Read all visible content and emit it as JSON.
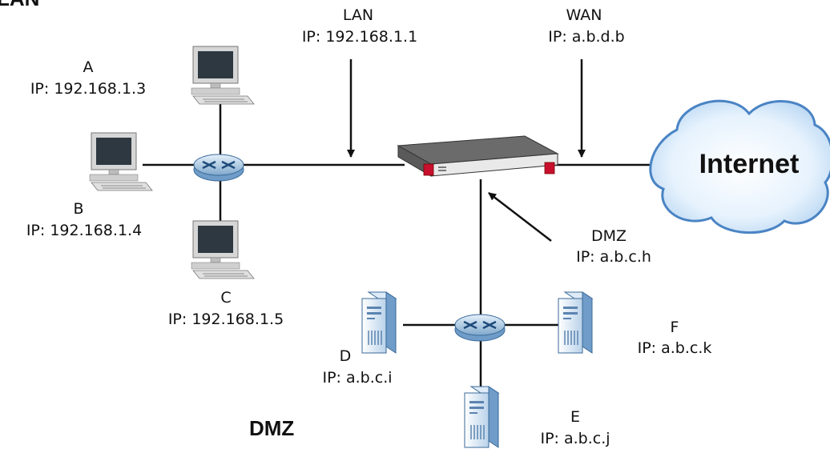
{
  "section_labels": {
    "lan": "LAN",
    "dmz": "DMZ"
  },
  "interface_labels": {
    "lan_name": "LAN",
    "lan_ip": "IP: 192.168.1.1",
    "wan_name": "WAN",
    "wan_ip": "IP: a.b.d.b",
    "dmz_name": "DMZ",
    "dmz_ip": "IP: a.b.c.h"
  },
  "internet_label": "Internet",
  "hosts": {
    "a": {
      "name": "A",
      "ip": "IP: 192.168.1.3"
    },
    "b": {
      "name": "B",
      "ip": "IP: 192.168.1.4"
    },
    "c": {
      "name": "C",
      "ip": "IP: 192.168.1.5"
    },
    "d": {
      "name": "D",
      "ip": "IP: a.b.c.i"
    },
    "e": {
      "name": "E",
      "ip": "IP: a.b.c.j"
    },
    "f": {
      "name": "F",
      "ip": "IP: a.b.c.k"
    }
  }
}
